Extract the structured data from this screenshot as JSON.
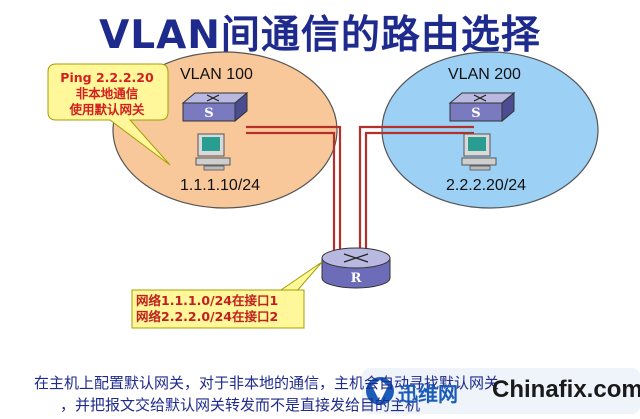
{
  "title": "VLAN间通信的路由选择",
  "vlans": [
    {
      "name": "VLAN 100",
      "switch_label": "S",
      "host_ip": "1.1.1.10/24",
      "fill": "#f8c89a"
    },
    {
      "name": "VLAN 200",
      "switch_label": "S",
      "host_ip": "2.2.2.20/24",
      "fill": "#9dd0f5"
    }
  ],
  "router_label": "R",
  "callout": {
    "line1": "Ping 2.2.2.20",
    "line2": "非本地通信",
    "line3": "使用默认网关"
  },
  "routes": {
    "line1": "网络1.1.1.0/24在接口1",
    "line2": "网络2.2.2.0/24在接口2"
  },
  "notes": {
    "line1": "在主机上配置默认网关，对于非本地的通信，主机会自动寻找默认网关",
    "line2": "，并把报文交给默认网关转发而不是直接发给目的主机"
  },
  "watermark": {
    "logo_text": "迅维网",
    "site": "Chinafix.com"
  },
  "colors": {
    "title": "#1e2a8c",
    "link": "#b5302a",
    "callout_bg": "#fff79a",
    "route_bg": "#fff79a",
    "route_text": "#c02020"
  },
  "icons": [
    "switch-icon",
    "computer-icon",
    "router-icon"
  ]
}
